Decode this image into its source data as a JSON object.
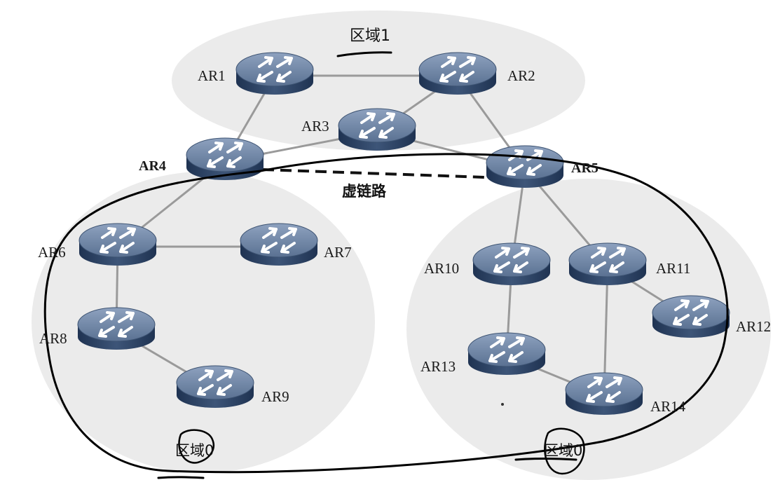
{
  "areas": {
    "area1": "区域1",
    "area0_left": "区域0",
    "area0_right": "区域0"
  },
  "virtual_link_label": "虚链路",
  "routers": [
    {
      "id": "AR1",
      "label": "AR1"
    },
    {
      "id": "AR2",
      "label": "AR2"
    },
    {
      "id": "AR3",
      "label": "AR3"
    },
    {
      "id": "AR4",
      "label": "AR4"
    },
    {
      "id": "AR5",
      "label": "AR5"
    },
    {
      "id": "AR6",
      "label": "AR6"
    },
    {
      "id": "AR7",
      "label": "AR7"
    },
    {
      "id": "AR8",
      "label": "AR8"
    },
    {
      "id": "AR9",
      "label": "AR9"
    },
    {
      "id": "AR10",
      "label": "AR10"
    },
    {
      "id": "AR11",
      "label": "AR11"
    },
    {
      "id": "AR12",
      "label": "AR12"
    },
    {
      "id": "AR13",
      "label": "AR13"
    },
    {
      "id": "AR14",
      "label": "AR14"
    }
  ],
  "links": [
    [
      "AR1",
      "AR2"
    ],
    [
      "AR1",
      "AR4"
    ],
    [
      "AR2",
      "AR3"
    ],
    [
      "AR2",
      "AR5"
    ],
    [
      "AR3",
      "AR4"
    ],
    [
      "AR3",
      "AR5"
    ],
    [
      "AR4",
      "AR6"
    ],
    [
      "AR6",
      "AR7"
    ],
    [
      "AR6",
      "AR8"
    ],
    [
      "AR8",
      "AR9"
    ],
    [
      "AR5",
      "AR10"
    ],
    [
      "AR5",
      "AR11"
    ],
    [
      "AR10",
      "AR13"
    ],
    [
      "AR11",
      "AR12"
    ],
    [
      "AR11",
      "AR14"
    ],
    [
      "AR13",
      "AR14"
    ]
  ],
  "virtual_link": [
    "AR4",
    "AR5"
  ],
  "colors": {
    "area_fill": "#ebebeb",
    "link": "#9a9a9a",
    "router_top": "#6e84a3",
    "router_side": "#2f4666",
    "ink": "#000000"
  },
  "icon": "router-icon"
}
